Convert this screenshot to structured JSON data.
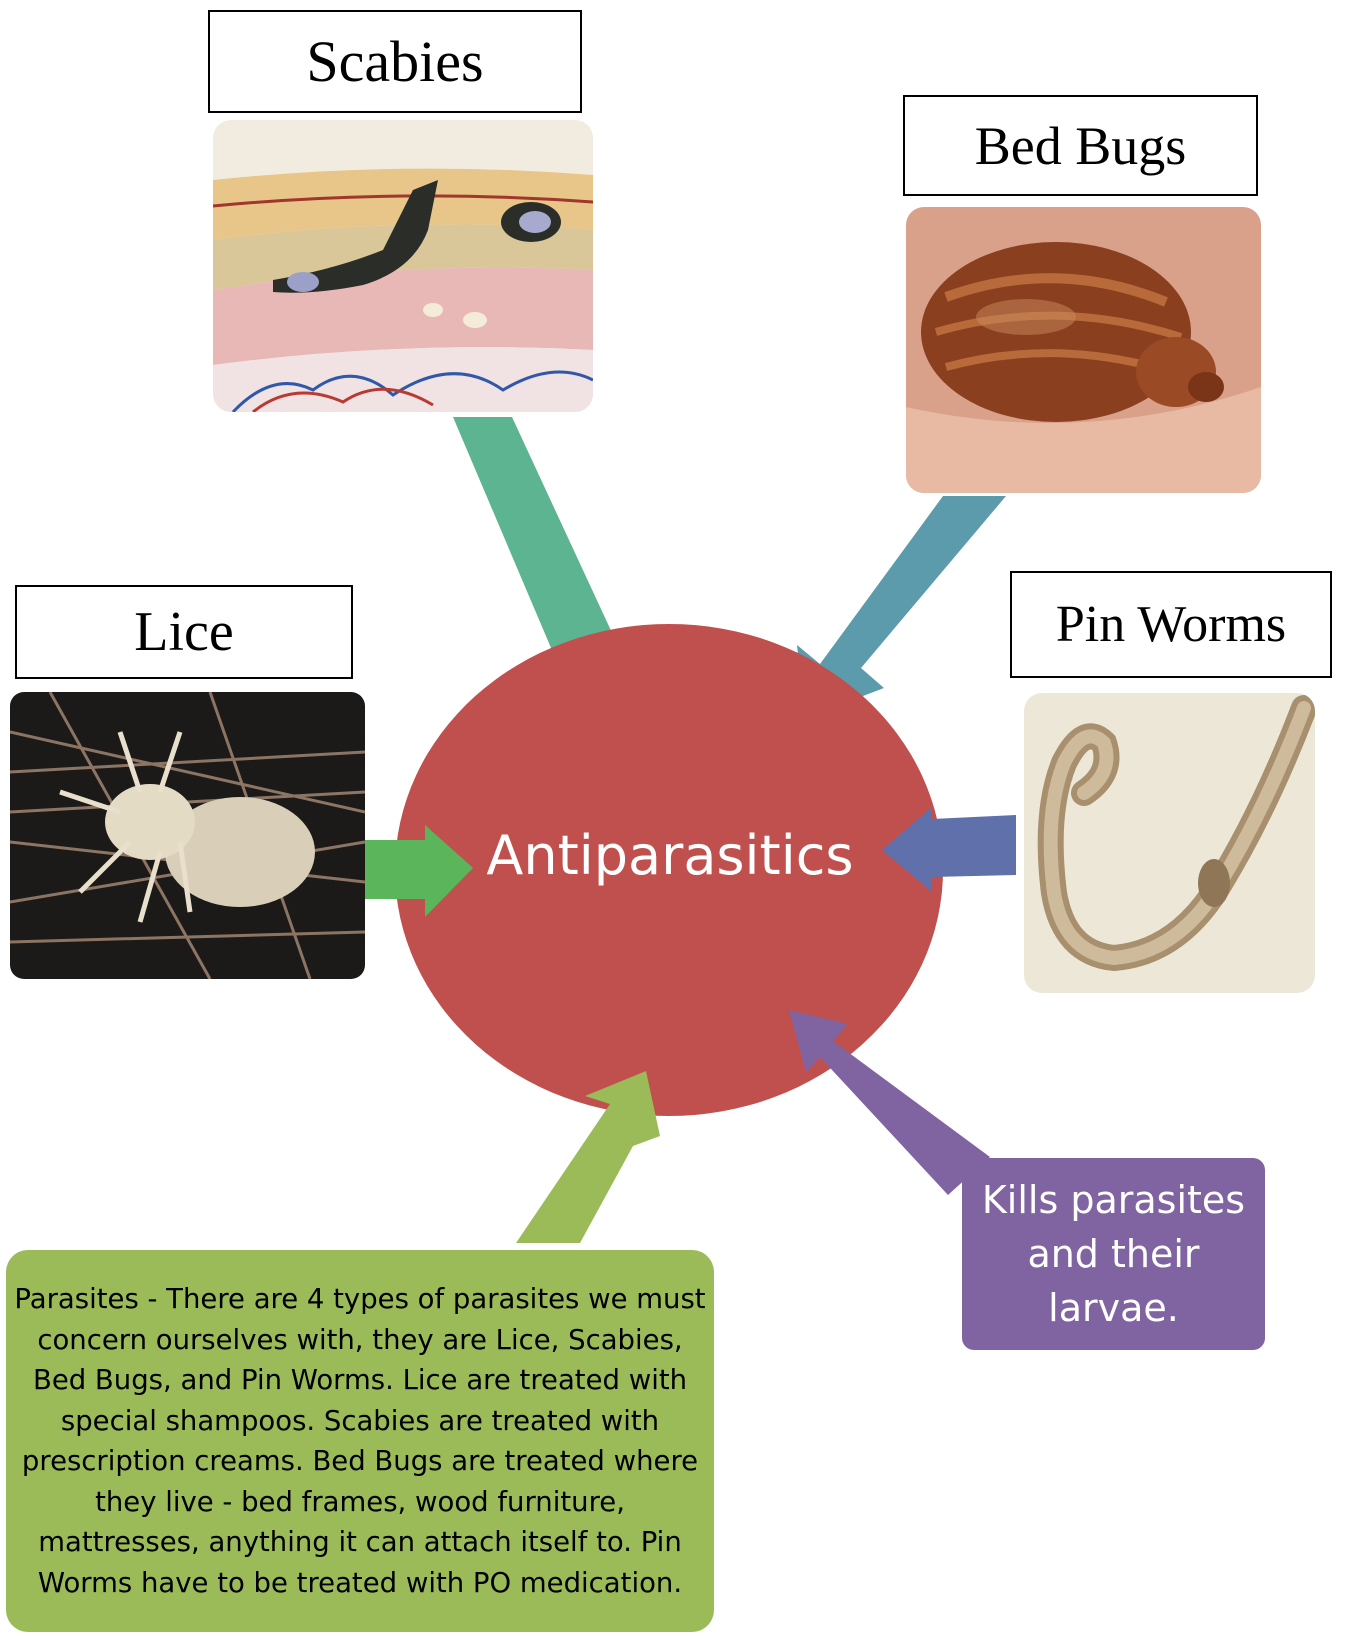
{
  "center": {
    "label": "Antiparasitics",
    "color": "#c0504d"
  },
  "parasites": {
    "scabies": {
      "label": "Scabies"
    },
    "bed_bugs": {
      "label": "Bed Bugs"
    },
    "lice": {
      "label": "Lice"
    },
    "pin_worms": {
      "label": "Pin Worms"
    }
  },
  "note": {
    "text": "Parasites - There are 4 types of parasites we must concern ourselves with, they are Lice, Scabies, Bed Bugs, and Pin Worms.  Lice are treated with special shampoos. Scabies are treated with prescription creams.  Bed Bugs are treated where they live - bed frames, wood furniture, mattresses, anything it can attach itself to.  Pin Worms have to be treated with PO medication.",
    "color": "#9bbb59"
  },
  "kills": {
    "text": "Kills parasites and their larvae.",
    "color": "#8064a2"
  },
  "arrow_colors": {
    "scabies": "#5cb491",
    "bed_bugs": "#5b9bac",
    "lice": "#5bb65b",
    "pin_worms": "#5f70aa",
    "kills": "#8064a2",
    "note": "#9bbb59"
  }
}
